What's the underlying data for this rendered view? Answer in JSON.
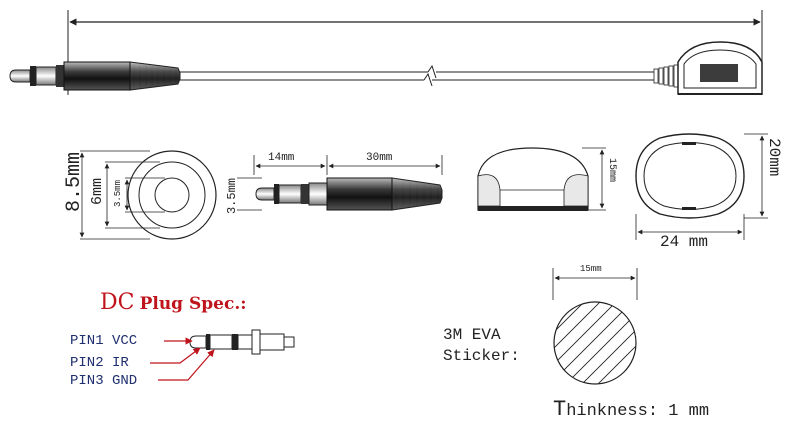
{
  "dims": {
    "d_8_5": "8.5mm",
    "d_6": "6mm",
    "d_3_5_small": "3.5mm",
    "d_3_5_plug": "3.5mm",
    "d_14": "14mm",
    "d_30": "30mm",
    "d_15_side": "15mm",
    "d_20": "20mm",
    "d_24": "24 mm",
    "d_15_sticker": "15mm"
  },
  "dc_spec": {
    "title_big": "DC",
    "title_rest": "Plug Spec.:",
    "pins": [
      "PIN1 VCC",
      "PIN2 IR",
      "PIN3 GND"
    ]
  },
  "sticker": {
    "label_line1": "3M EVA",
    "label_line2": "Sticker:",
    "thickness_first": "T",
    "thickness_rest": "hinkness: 1 mm"
  },
  "colors": {
    "line": "#222222",
    "dc_red": "#c0141c",
    "pin_blue": "#1f2f6f",
    "arrow_red": "#c0141c"
  }
}
